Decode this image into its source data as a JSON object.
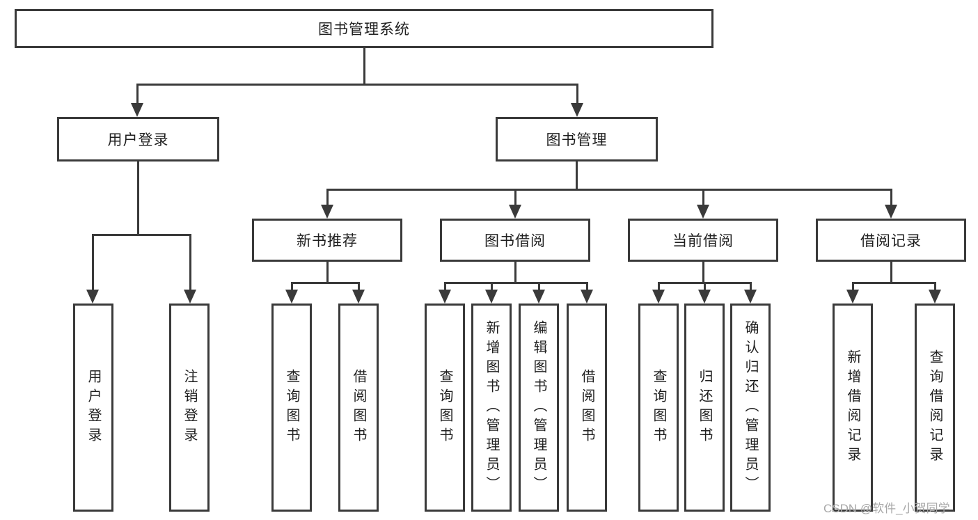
{
  "diagram": {
    "root": "图书管理系统",
    "watermark": "CSDN @软件_小贺同学",
    "colors": {
      "line": "#3a3a3a",
      "text": "#1f1f1f",
      "watermark": "#a8a8a8",
      "background": "#ffffff"
    },
    "level2": {
      "user_login": "用户登录",
      "book_management": "图书管理"
    },
    "level3": {
      "new_book_recommend": "新书推荐",
      "book_borrow": "图书借阅",
      "current_borrow": "当前借阅",
      "borrow_records": "借阅记录"
    },
    "leaves": {
      "user_login": [
        "用户登录",
        "注销登录"
      ],
      "new_book_recommend": [
        "查询图书",
        "借阅图书"
      ],
      "book_borrow": [
        "查询图书",
        "新增图书（管理员）",
        "编辑图书（管理员）",
        "借阅图书"
      ],
      "current_borrow": [
        "查询图书",
        "归还图书",
        "确认归还（管理员）"
      ],
      "borrow_records": [
        "新增借阅记录",
        "查询借阅记录"
      ]
    }
  }
}
